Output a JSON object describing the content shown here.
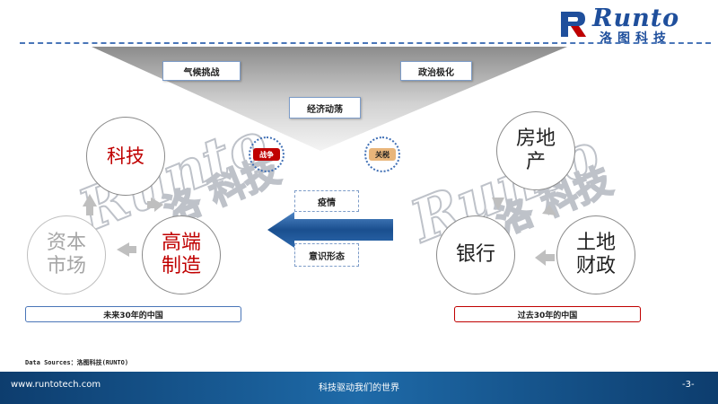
{
  "brand": {
    "logo_en": "Runto",
    "logo_cn": "洛图科技"
  },
  "funnel": {
    "tags": {
      "climate": "气候挑战",
      "politics": "政治极化",
      "economy": "经济动荡"
    },
    "badges": {
      "war": "战争",
      "tariff": "关税"
    }
  },
  "center": {
    "epidemic": "疫情",
    "ideology": "意识形态"
  },
  "future": {
    "tech": "科技",
    "manufacturing": "高端\n制造",
    "capital": "资本\n市场",
    "caption": "未来30年的中国"
  },
  "past": {
    "realestate": "房地\n产",
    "bank": "银行",
    "landfinance": "土地\n财政",
    "caption": "过去30年的中国"
  },
  "source": "Data Sources：洛图科技(RUNTO)",
  "footer": {
    "url": "www.runtotech.com",
    "slogan": "科技驱动我们的世界",
    "page": "-3-"
  },
  "colors": {
    "brand_blue": "#1f4f9c",
    "red": "#c00000",
    "gray_text": "#a6a6a6",
    "footer": "#0d3d6e"
  }
}
